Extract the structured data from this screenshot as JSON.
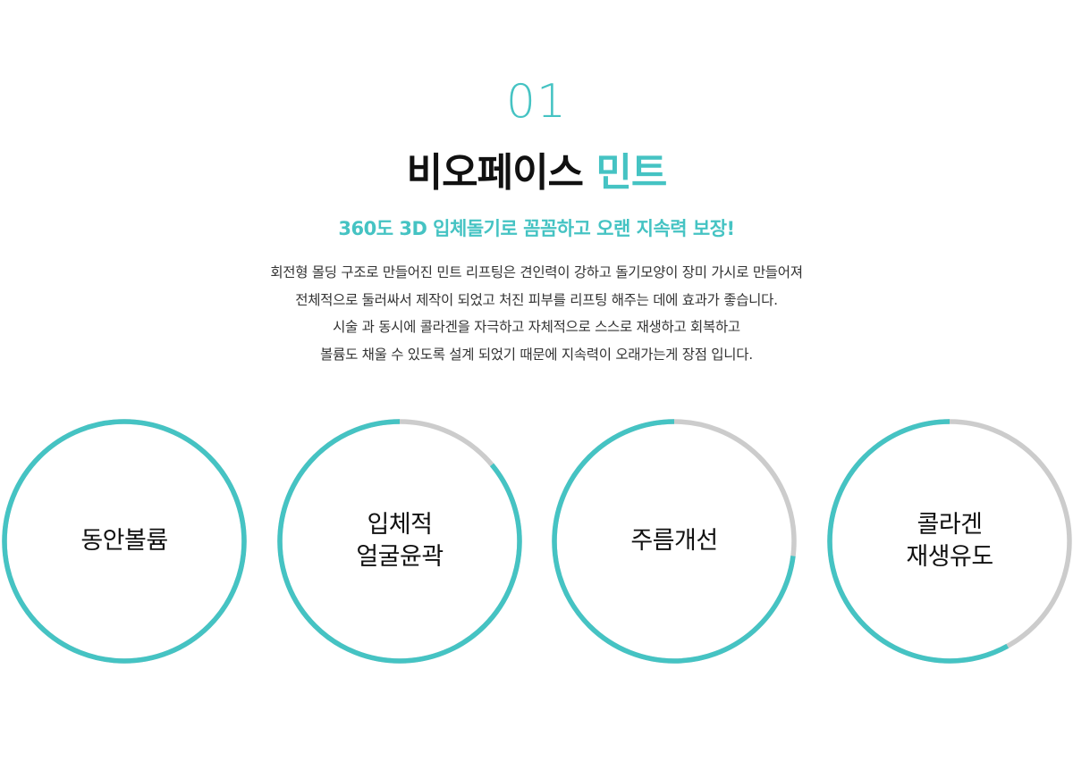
{
  "section": {
    "number": "01",
    "title_main": "비오페이스",
    "title_accent": "민트",
    "subtitle": "360도 3D 입체돌기로 꼼꼼하고 오랜 지속력 보장!",
    "description_lines": [
      "회전형 몰딩 구조로 만들어진 민트 리프팅은 견인력이 강하고 돌기모양이 장미 가시로 만들어져",
      "전체적으로 둘러싸서 제작이 되었고 처진 피부를 리프팅 해주는 데에 효과가 좋습니다.",
      "시술 과 동시에 콜라겐을 자극하고 자체적으로 스스로 재생하고 회복하고",
      "볼륨도 채울 수 있도록 설계 되었기 때문에 지속력이 오래가는게 장점 입니다."
    ]
  },
  "colors": {
    "accent": "#45c3c3",
    "track": "#cccccc",
    "text": "#111111"
  },
  "features": [
    {
      "label": "동안볼륨",
      "progress": 1.0
    },
    {
      "label": "입체적\n얼굴윤곽",
      "progress": 0.86
    },
    {
      "label": "주름개선",
      "progress": 0.73
    },
    {
      "label": "콜라겐\n재생유도",
      "progress": 0.58
    }
  ]
}
